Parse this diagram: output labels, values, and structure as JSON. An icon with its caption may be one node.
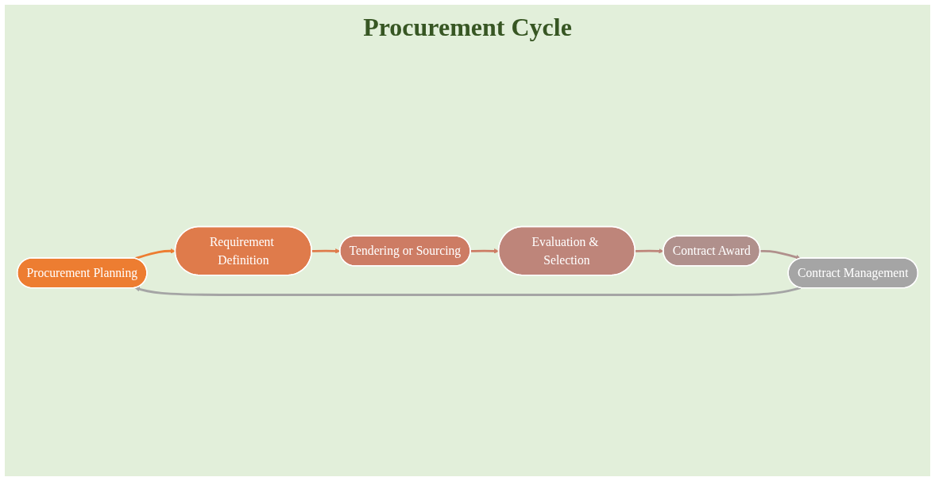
{
  "diagram": {
    "title": "Procurement Cycle",
    "nodes": [
      {
        "text": [
          "Procurement Planning"
        ]
      },
      {
        "text": [
          "Requirement Definition"
        ]
      },
      {
        "text": [
          "Tendering or Sourcing"
        ]
      },
      {
        "text": [
          "Evaluation & Selection"
        ]
      },
      {
        "text": [
          "Contract Award"
        ]
      },
      {
        "text": [
          "Contract Management"
        ]
      }
    ],
    "edges": [
      {
        "from": 0,
        "to": 1,
        "arrow": "to",
        "color": "#ed7d31"
      },
      {
        "from": 1,
        "to": 2,
        "arrow": "to",
        "color": "#df7b4b"
      },
      {
        "from": 2,
        "to": 3,
        "arrow": "to",
        "color": "#cd7c64"
      },
      {
        "from": 3,
        "to": 4,
        "arrow": "to",
        "color": "#be857a"
      },
      {
        "from": 4,
        "to": 5,
        "arrow": "to",
        "color": "#b0908c"
      },
      {
        "from": 5,
        "to": 0,
        "arrow": "to",
        "color": "#a5a5a5"
      }
    ]
  }
}
